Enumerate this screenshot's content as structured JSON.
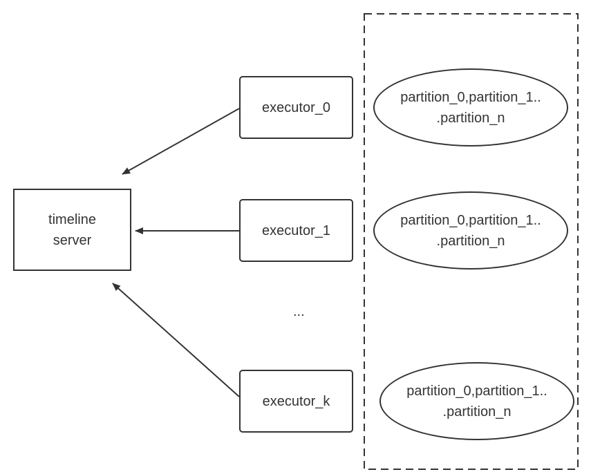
{
  "diagram": {
    "server": {
      "line1": "timeline",
      "line2": "server"
    },
    "executors": [
      "executor_0",
      "executor_1",
      "executor_k"
    ],
    "ellipsis": "...",
    "partitions": [
      {
        "line1": "partition_0,partition_1..",
        "line2": ".partition_n"
      },
      {
        "line1": "partition_0,partition_1..",
        "line2": ".partition_n"
      },
      {
        "line1": "partition_0,partition_1..",
        "line2": ".partition_n"
      }
    ],
    "colors": {
      "stroke": "#333333",
      "background": "#ffffff"
    }
  }
}
